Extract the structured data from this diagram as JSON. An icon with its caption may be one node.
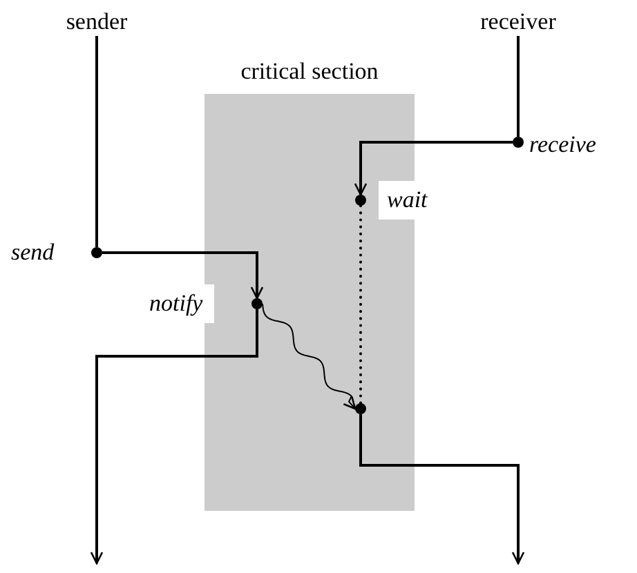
{
  "diagram": {
    "nodes": [
      {
        "text": [
          "sender"
        ]
      },
      {
        "text": [
          "receiver"
        ]
      },
      {
        "text": [
          "critical section"
        ]
      },
      {
        "text": [],
        "shape": "circle",
        "beside": [
          "send"
        ]
      },
      {
        "text": [],
        "shape": "circle",
        "beside": [
          "receive"
        ]
      },
      {
        "text": [],
        "shape": "circle",
        "beside": [
          "notify"
        ],
        "in": 2
      },
      {
        "text": [],
        "shape": "circle",
        "beside": [
          "wait"
        ],
        "in": 2
      },
      {
        "text": [],
        "shape": "circle",
        "in": 2
      }
    ],
    "edges": [
      {
        "from": 0,
        "to": 3,
        "arrow": "none"
      },
      {
        "from": 3,
        "to": 5,
        "arrow": "to"
      },
      {
        "from": 1,
        "to": 4,
        "arrow": "none"
      },
      {
        "from": 4,
        "to": 6,
        "arrow": "to"
      },
      {
        "from": 6,
        "to": 7,
        "arrow": "none",
        "style": "dashed"
      },
      {
        "from": 5,
        "to": 7,
        "arrow": "to"
      },
      {
        "from": 5,
        "to": null,
        "arrow": "to"
      },
      {
        "from": 7,
        "to": null,
        "arrow": "to"
      }
    ]
  }
}
